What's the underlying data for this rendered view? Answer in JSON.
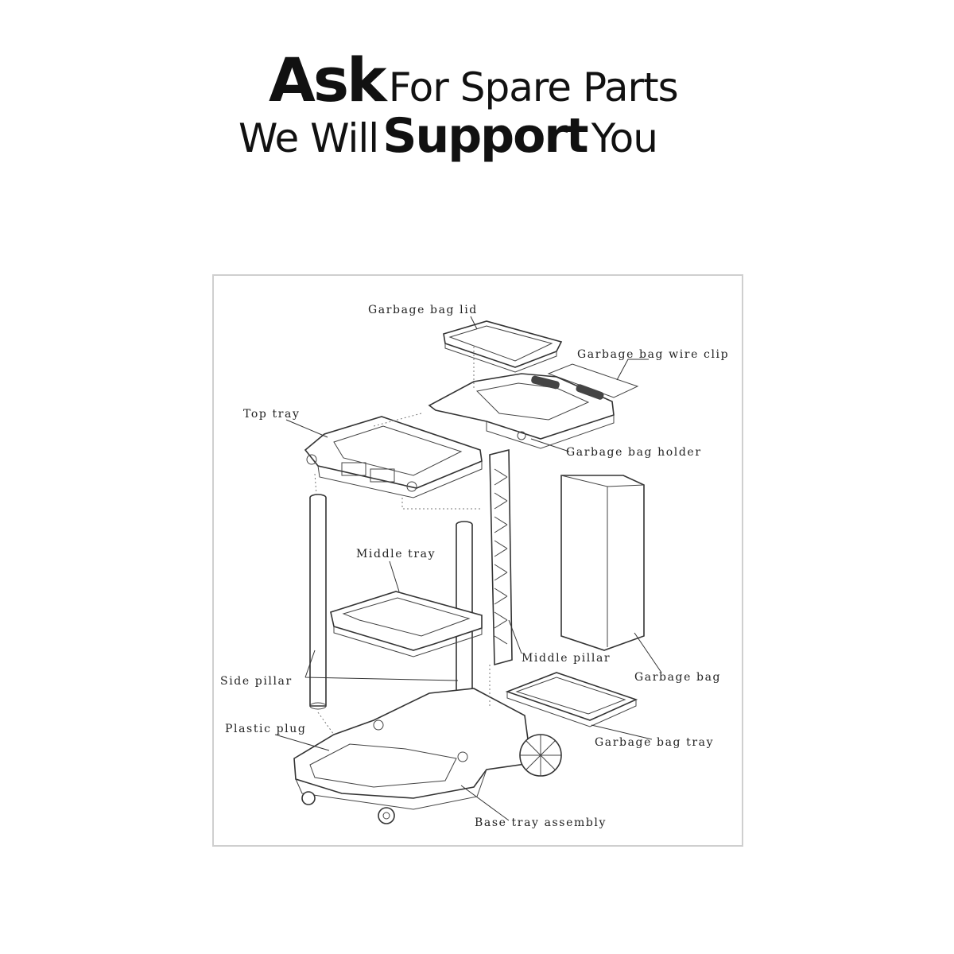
{
  "headline": {
    "line1": {
      "bold": "Ask",
      "rest": "For Spare Parts"
    },
    "line2": {
      "pre": "We Will",
      "bold": "Support",
      "post": "You"
    }
  },
  "diagram": {
    "labels": {
      "garbage_bag_lid": "Garbage bag lid",
      "garbage_bag_wire_clip": "Garbage bag wire clip",
      "top_tray": "Top tray",
      "garbage_bag_holder": "Garbage bag holder",
      "middle_tray": "Middle tray",
      "middle_pillar": "Middle pillar",
      "garbage_bag": "Garbage bag",
      "side_pillar": "Side pillar",
      "plastic_plug": "Plastic plug",
      "garbage_bag_tray": "Garbage bag tray",
      "base_tray_assembly": "Base tray assembly"
    }
  }
}
